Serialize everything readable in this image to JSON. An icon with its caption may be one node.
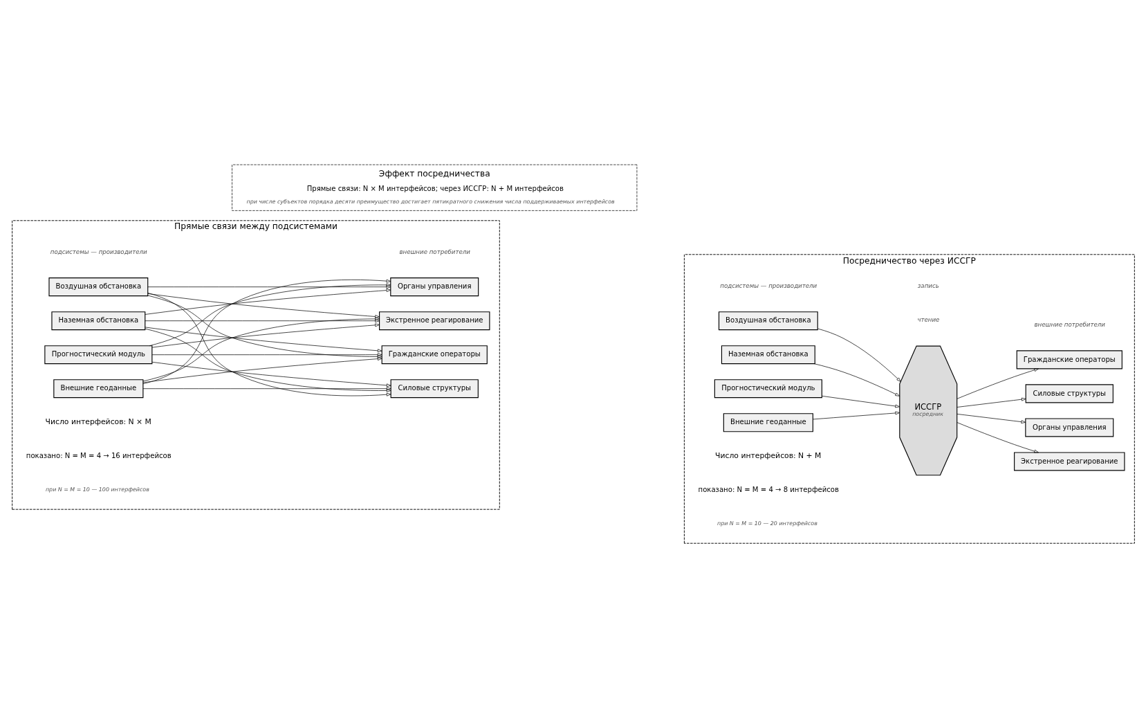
{
  "diagram": {
    "nodes": [
      {
        "text": [
          "Прямые связи между подсистемами",
          "подсистемы — производители",
          "внешние потребители",
          "Число интерфейсов: N × M",
          "показано: N = M = 4 → 16 интерфейсов",
          "при N = M = 10 — 100 интерфейсов"
        ]
      },
      {
        "text": [
          "Воздушная обстановка"
        ],
        "in": 0
      },
      {
        "text": [
          "Наземная обстановка"
        ],
        "in": 0
      },
      {
        "text": [
          "Прогностический модуль"
        ],
        "in": 0
      },
      {
        "text": [
          "Внешние геоданные"
        ],
        "in": 0
      },
      {
        "text": [
          "Органы управления"
        ],
        "in": 0
      },
      {
        "text": [
          "Экстренное реагирование"
        ],
        "in": 0
      },
      {
        "text": [
          "Гражданские операторы"
        ],
        "in": 0
      },
      {
        "text": [
          "Силовые структуры"
        ],
        "in": 0
      },
      {
        "text": [
          "Посредничество через ИССГР",
          "подсистемы — производители",
          "внешние потребители",
          "Число интерфейсов: N + M",
          "показано: N = M = 4 → 8 интерфейсов",
          "при N = M = 10 — 20 интерфейсов"
        ]
      },
      {
        "text": [
          "Воздушная обстановка"
        ],
        "in": 9
      },
      {
        "text": [
          "Наземная обстановка"
        ],
        "in": 9
      },
      {
        "text": [
          "Прогностический модуль"
        ],
        "in": 9
      },
      {
        "text": [
          "Внешние геоданные"
        ],
        "in": 9
      },
      {
        "text": [
          "ИССГР",
          "посредник"
        ],
        "in": 9
      },
      {
        "text": [
          "Органы управления"
        ],
        "in": 9
      },
      {
        "text": [
          "Экстренное реагирование"
        ],
        "in": 9
      },
      {
        "text": [
          "Гражданские операторы"
        ],
        "in": 9
      },
      {
        "text": [
          "Силовые структуры"
        ],
        "in": 9
      },
      {
        "text": [
          "Эффект посредничества",
          "Прямые связи: N × M интерфейсов; через ИССГР: N + M интерфейсов",
          "при числе субъектов порядка десяти преимущество достигает пятикратного снижения числа поддерживаемых интерфейсов"
        ]
      }
    ],
    "edges": [
      {
        "from": 1,
        "to": 5,
        "arrow": "to"
      },
      {
        "from": 1,
        "to": 6,
        "arrow": "to"
      },
      {
        "from": 1,
        "to": 7,
        "arrow": "to"
      },
      {
        "from": 1,
        "to": 8,
        "arrow": "to"
      },
      {
        "from": 2,
        "to": 5,
        "arrow": "to"
      },
      {
        "from": 2,
        "to": 6,
        "arrow": "to"
      },
      {
        "from": 2,
        "to": 7,
        "arrow": "to"
      },
      {
        "from": 2,
        "to": 8,
        "arrow": "to"
      },
      {
        "from": 3,
        "to": 5,
        "arrow": "to"
      },
      {
        "from": 3,
        "to": 6,
        "arrow": "to"
      },
      {
        "from": 3,
        "to": 7,
        "arrow": "to"
      },
      {
        "from": 3,
        "to": 8,
        "arrow": "to"
      },
      {
        "from": 4,
        "to": 5,
        "arrow": "to"
      },
      {
        "from": 4,
        "to": 6,
        "arrow": "to"
      },
      {
        "from": 4,
        "to": 7,
        "arrow": "to"
      },
      {
        "from": 4,
        "to": 8,
        "arrow": "to"
      },
      {
        "from": 10,
        "to": 14,
        "arrow": "to"
      },
      {
        "from": 11,
        "to": 14,
        "arrow": "to"
      },
      {
        "from": 12,
        "to": 14,
        "arrow": "to"
      },
      {
        "from": 13,
        "to": 14,
        "arrow": "to"
      },
      {
        "from": 14,
        "to": 15,
        "arrow": "to"
      },
      {
        "from": 14,
        "to": 16,
        "arrow": "to"
      },
      {
        "from": 14,
        "to": 17,
        "arrow": "to"
      },
      {
        "from": 14,
        "to": 18,
        "arrow": "to"
      }
    ],
    "labels": [
      "запись",
      "чтение"
    ]
  }
}
